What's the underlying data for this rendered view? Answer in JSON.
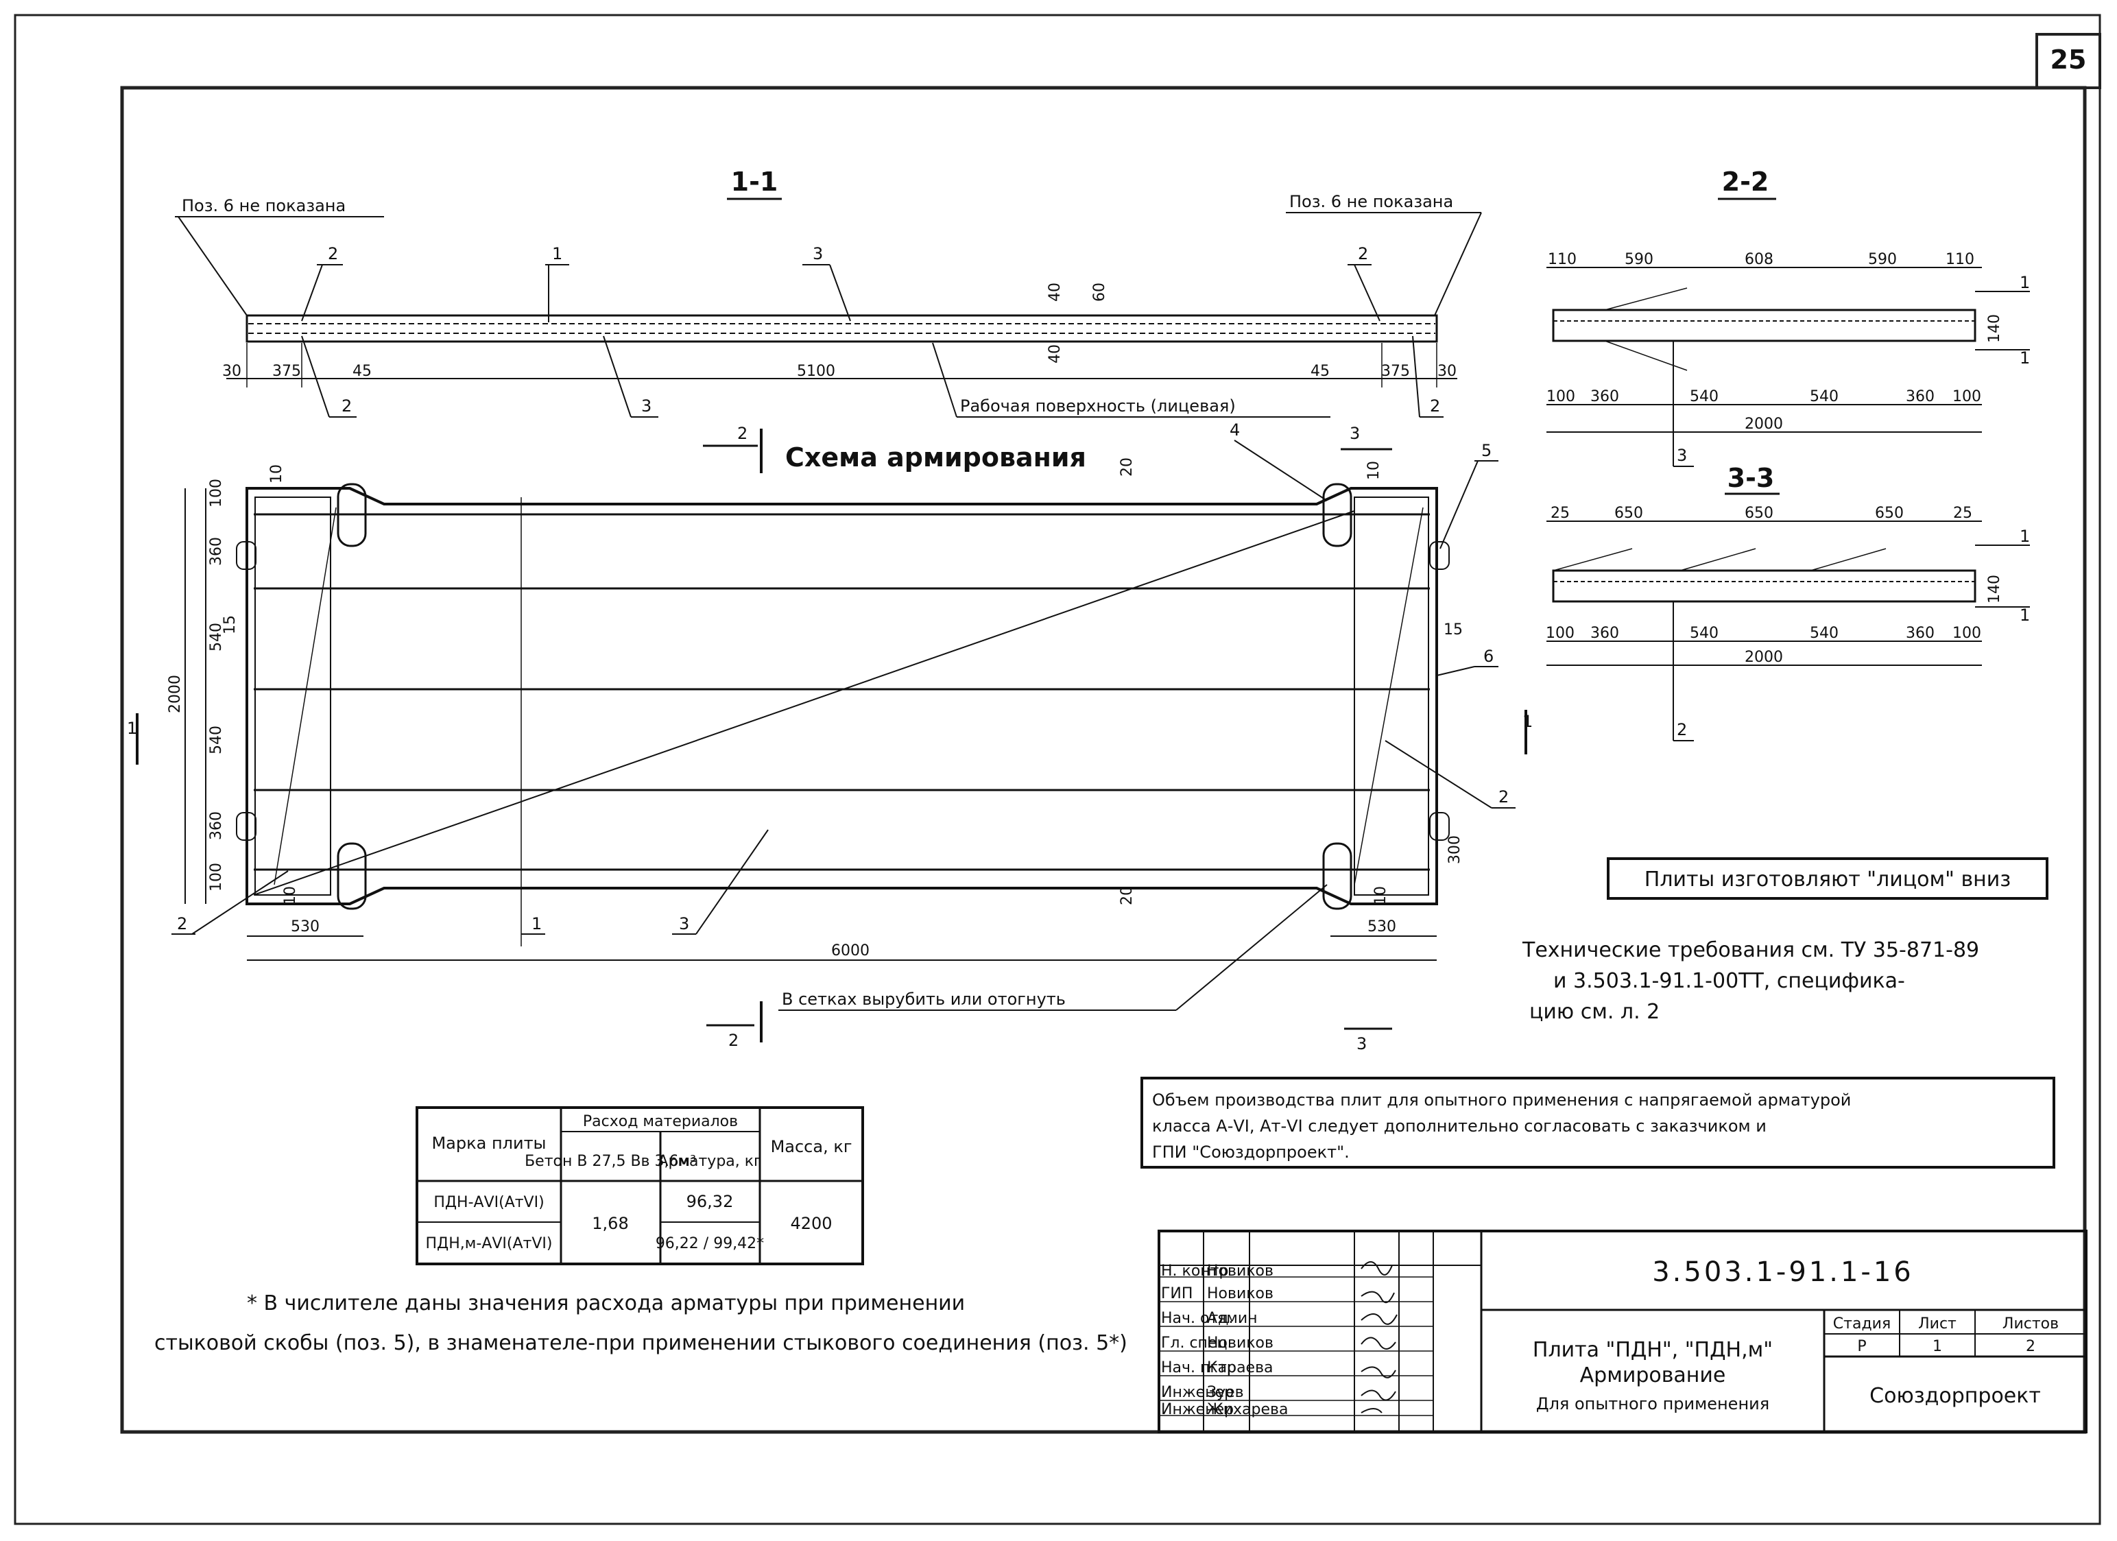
{
  "page_number": "25",
  "section_1_1": {
    "title": "1-1",
    "note_left": "Поз. 6 не показана",
    "note_right": "Поз. 6 не показана",
    "dims": [
      "30",
      "375",
      "45",
      "5100",
      "45",
      "375",
      "30"
    ],
    "dims_vertical": [
      "40",
      "40",
      "60"
    ],
    "positions": [
      "2",
      "1",
      "3",
      "2",
      "2",
      "3",
      "2"
    ],
    "surface_label": "Рабочая поверхность (лицевая)"
  },
  "section_2_2": {
    "title": "2-2",
    "top_dims": [
      "110",
      "590",
      "608",
      "590",
      "110"
    ],
    "bottom_dims": [
      "100",
      "360",
      "540",
      "540",
      "360",
      "100"
    ],
    "total": "2000",
    "thickness": "140",
    "positions": [
      "1",
      "1",
      "3"
    ]
  },
  "section_3_3": {
    "title": "3-3",
    "top_dims": [
      "25",
      "650",
      "650",
      "650",
      "25"
    ],
    "bottom_dims": [
      "100",
      "360",
      "540",
      "540",
      "360",
      "100"
    ],
    "total": "2000",
    "thickness": "140",
    "positions": [
      "1",
      "1",
      "2"
    ]
  },
  "plan": {
    "title": "Схема армирования",
    "cut_marks": [
      "2",
      "3",
      "1",
      "1",
      "2",
      "3"
    ],
    "left_dims": [
      "100",
      "360",
      "540",
      "540",
      "360",
      "100"
    ],
    "left_total": "2000",
    "bottom_dims": [
      "530",
      "6000",
      "530"
    ],
    "small_dims": [
      "10",
      "10",
      "20",
      "20",
      "10",
      "10",
      "15",
      "15",
      "300"
    ],
    "positions": [
      "4",
      "5",
      "6",
      "2",
      "2",
      "1",
      "3"
    ],
    "cut_note": "В сетках вырубить или отогнуть"
  },
  "boxed_note": "Плиты изготовляют \"лицом\" вниз",
  "tech_req": {
    "line1": "Технические требования см. ТУ 35-871-89",
    "line2": "и 3.503.1-91.1-00ТТ, специфика-",
    "line3": "цию см. л. 2"
  },
  "volume_note": {
    "line1": "Объем производства плит для опытного применения с напрягаемой арматурой",
    "line2": "класса А-VI, Ат-VI следует дополнительно согласовать с заказчиком и",
    "line3": "ГПИ \"Союздорпроект\"."
  },
  "materials_table": {
    "col_mark": "Марка плиты",
    "col_group": "Расход материалов",
    "col_concrete": "Бетон В 27,5 Вв 3,6м³",
    "col_rebar": "Арматура, кг",
    "col_mass": "Масса, кг",
    "rows": [
      {
        "mark": "ПДН-АVI(АтVI)",
        "rebar": "96,32"
      },
      {
        "mark": "ПДН,м-АVI(АтVI)",
        "rebar": "96,22 / 99,42*"
      }
    ],
    "concrete": "1,68",
    "mass": "4200"
  },
  "footnote": {
    "line1": "* В числителе даны значения расхода арматуры при применении",
    "line2": "стыковой скобы (поз. 5), в знаменателе-при применении стыкового соединения (поз. 5*)"
  },
  "title_block": {
    "roles": [
      "Н. контр",
      "ГИП",
      "Нач. отд.",
      "Гл. спец.",
      "Нач. пгтр",
      "Инженер",
      "Инженер"
    ],
    "names": [
      "Новиков",
      "Новиков",
      "Аямин",
      "Новиков",
      "Караева",
      "Зуев",
      "Жихарева"
    ],
    "doc_code": "3.503.1-91.1-16",
    "title1": "Плита \"ПДН\", \"ПДН,м\"",
    "title2": "Армирование",
    "title3": "Для опытного применения",
    "stage_hdr": "Стадия",
    "sheet_hdr": "Лист",
    "sheets_hdr": "Листов",
    "stage": "Р",
    "sheet": "1",
    "sheets": "2",
    "org": "Союздорпроект"
  }
}
